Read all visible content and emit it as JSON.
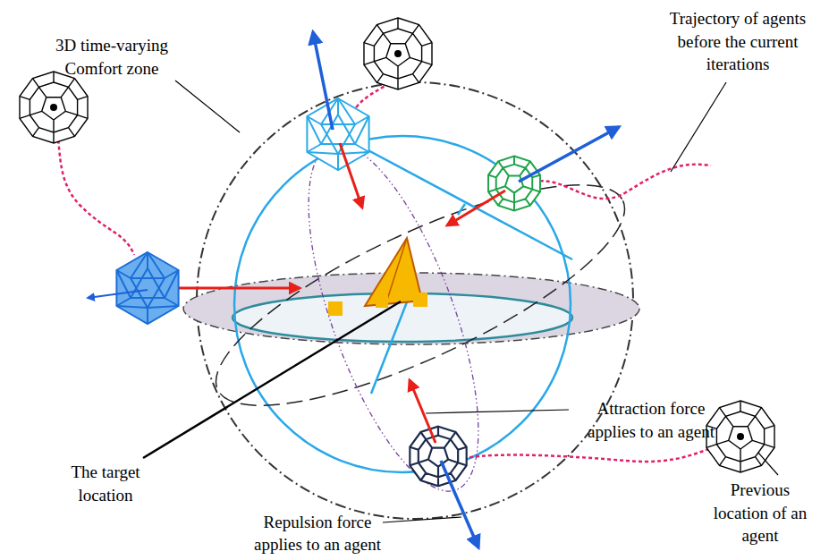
{
  "diagram": {
    "labels": [
      "3D time-varying Comfort zone",
      "Trajectory of agents before the current iterations",
      "Attraction force applies to an agent",
      "The target location",
      "Previous location of an agent",
      "Repulsion force applies to an agent"
    ]
  }
}
